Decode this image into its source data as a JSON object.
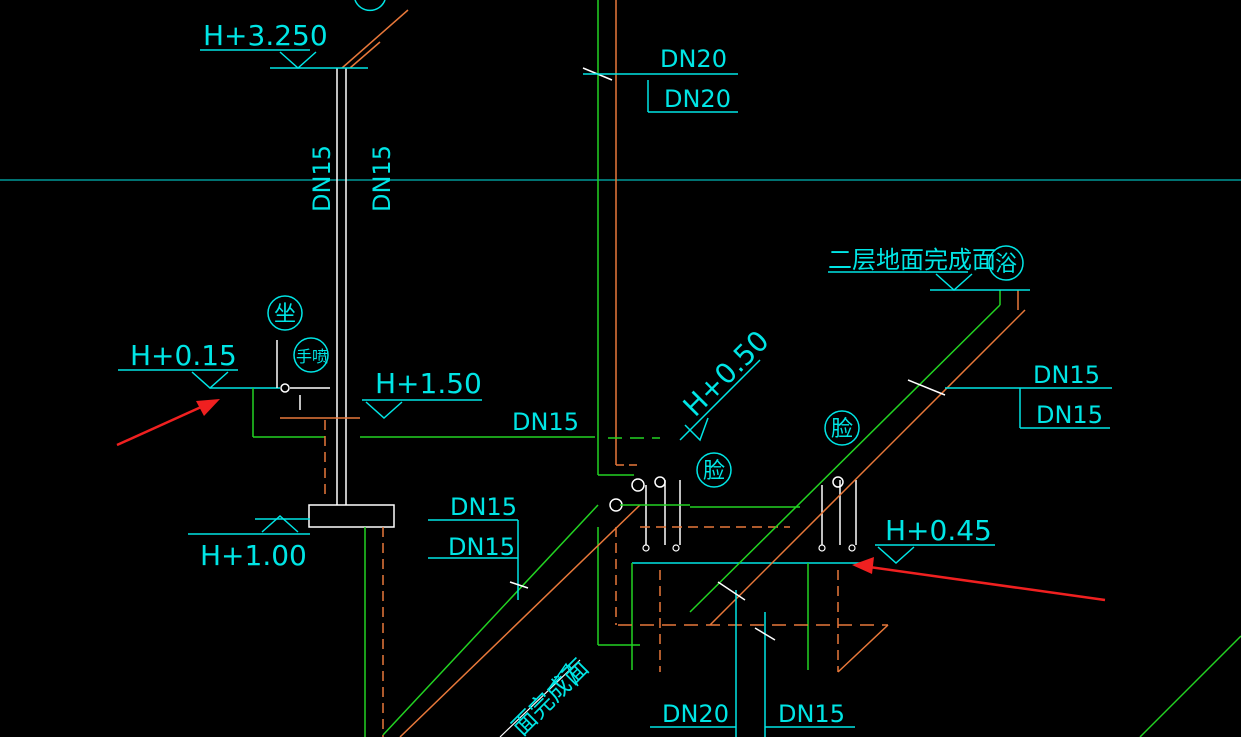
{
  "labels": {
    "elev_top": "H+3.250",
    "elev_015": "H+0.15",
    "elev_150": "H+1.50",
    "elev_100": "H+1.00",
    "elev_050": "H+0.50",
    "elev_045": "H+0.45",
    "dn20_a": "DN20",
    "dn20_b": "DN20",
    "dn15_v1": "DN15",
    "dn15_v2": "DN15",
    "dn15_h": "DN15",
    "dn15_mid_a": "DN15",
    "dn15_mid_b": "DN15",
    "dn15_right_a": "DN15",
    "dn15_right_b": "DN15",
    "dn20_bottom": "DN20",
    "dn15_bottom": "DN15",
    "floor_2": "二层地面完成面",
    "floor_1": "面完成面"
  },
  "symbols": {
    "zuo": "坐",
    "shoupen": "手喷",
    "lian_a": "脸",
    "lian_b": "脸",
    "yu": "浴"
  },
  "colors": {
    "background": "#000000",
    "cyan": "#00e5e5",
    "green": "#22d322",
    "orange": "#e8783a",
    "white": "#ffffff",
    "arrow": "#f02020"
  },
  "icons": [
    "red-arrow-icon",
    "red-arrow-icon",
    "elevation-marker-icon"
  ]
}
